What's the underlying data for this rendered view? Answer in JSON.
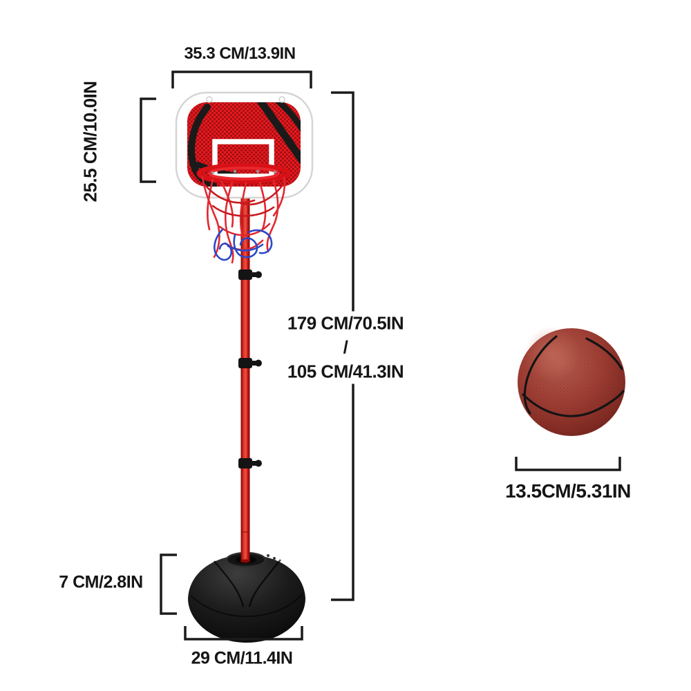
{
  "page": {
    "background": "#ffffff",
    "description": "Kids basketball hoop stand dimension diagram with mini basketball"
  },
  "colors": {
    "board_red": "#e6191f",
    "board_dot_red": "#8d0d10",
    "seam_black": "#1a1a1a",
    "pole_red": "#d31414",
    "net_red": "#e02830",
    "net_blue": "#2a49c8",
    "base_black": "#131313",
    "ball_red": "#9e3d33",
    "dimension_line": "#1a1a1a",
    "text": "#151515"
  },
  "labels": {
    "board_width": "35.3 CM/13.9IN",
    "board_height": "25.5 CM/10.0IN",
    "stand_height_max": "179 CM/70.5IN",
    "stand_height_separator": "/",
    "stand_height_min": "105 CM/41.3IN",
    "ball_diameter": "13.5CM/5.31IN",
    "base_height": "7 CM/2.8IN",
    "base_width": "29 CM/11.4IN"
  }
}
